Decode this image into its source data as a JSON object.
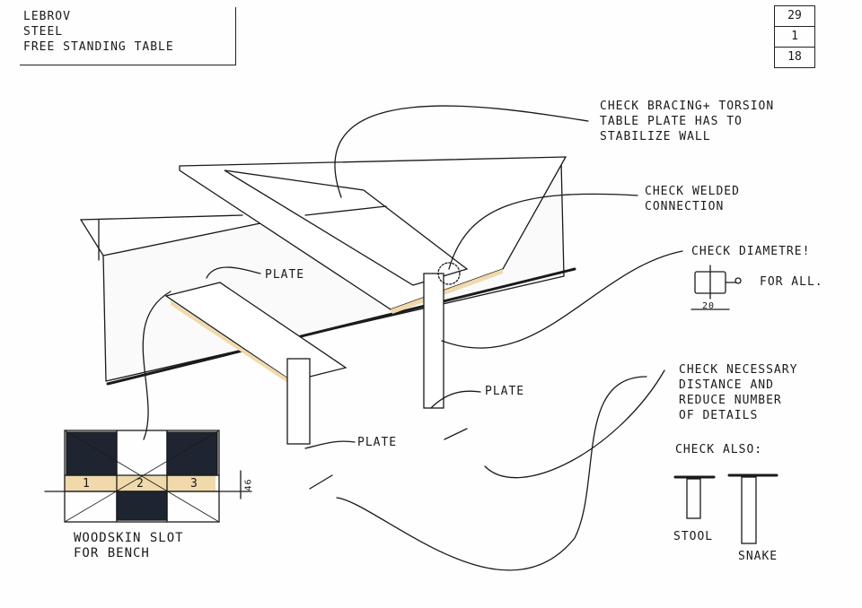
{
  "title_block": {
    "lines": [
      "Lebrov",
      "Steel",
      "Free standing table"
    ]
  },
  "date_block": {
    "day": "29",
    "month": "1",
    "year": "18"
  },
  "notes": {
    "bracing": "Check bracing+ torsion\ntable plate has to\nstabilize wall",
    "welded": "Check welded\nconnection",
    "diametre": "Check diametre!",
    "for_all": "For all.",
    "dim_20": "20",
    "distance": "Check necessary\ndistance and\nreduce number\nof details",
    "check_also": "Check also:",
    "stool": "Stool",
    "snake": "Snake",
    "plate_1": "Plate",
    "plate_2": "Plate",
    "plate_3": "Plate"
  },
  "plan_detail": {
    "slot_numbers": [
      "1",
      "2",
      "3"
    ],
    "dimension": "46",
    "caption": "Woodskin slot\nfor bench"
  },
  "colors": {
    "ink": "#1a1a1a",
    "wood": "#f0d9ab"
  }
}
